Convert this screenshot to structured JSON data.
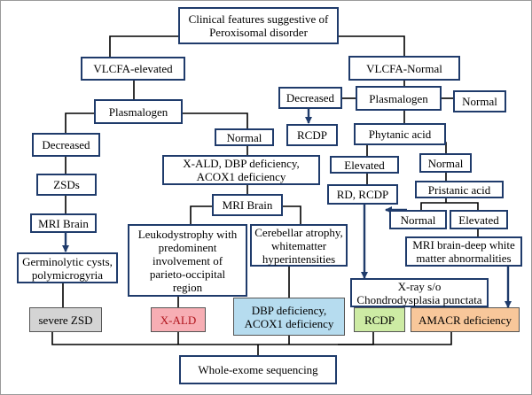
{
  "boxes": {
    "clinical": "Clinical features suggestive of\nPeroxisomal disorder",
    "vlcfa_elevated": "VLCFA-elevated",
    "vlcfa_normal": "VLCFA-Normal",
    "plasmalogen_left": "Plasmalogen",
    "plasmalogen_right": "Plasmalogen",
    "decreased_right": "Decreased",
    "normal_right_top": "Normal",
    "rcdp_top": "RCDP",
    "phytanic": "Phytanic acid",
    "decreased_left": "Decreased",
    "normal_left": "Normal",
    "elevated_phytanic": "Elevated",
    "normal_phytanic": "Normal",
    "xald_dbp": "X-ALD, DBP deficiency,\nACOX1 deficiency",
    "zsds": "ZSDs",
    "rd_rcdp": "RD, RCDP",
    "pristanic": "Pristanic acid",
    "mri_brain_center": "MRI Brain",
    "normal_pristanic": "Normal",
    "elevated_pristanic": "Elevated",
    "mri_brain_left": "MRI Brain",
    "leukodystrophy": "Leukodystrophy with\npredominent\ninvolvement of\nparieto-occipital\nregion",
    "cerebellar": "Cerebellar atrophy,\nwhitematter\nhyperintensities",
    "mri_deep": "MRI brain-deep white\nmatter abnormalities",
    "germinolytic": "Germinolytic cysts,\npolymicrogyria",
    "xray": "X-ray s/o\nChondrodysplasia punctata",
    "severe_zsd": "severe ZSD",
    "xald": "X-ALD",
    "dbp_acox1": "DBP deficiency,\nACOX1 deficiency",
    "rcdp_bottom": "RCDP",
    "amacr": "AMACR deficiency",
    "wes": "Whole-exome sequencing"
  },
  "colors": {
    "box_border": "#1f3b6b",
    "connector": "#000000",
    "arrow": "#1f3b6b",
    "severe_zsd_fill": "#d4d4d4",
    "xald_fill": "#f7aeb4",
    "xald_text": "#b0141c",
    "dbp_fill": "#b6dcef",
    "rcdp_fill": "#cdeba4",
    "amacr_fill": "#f8c79a"
  }
}
